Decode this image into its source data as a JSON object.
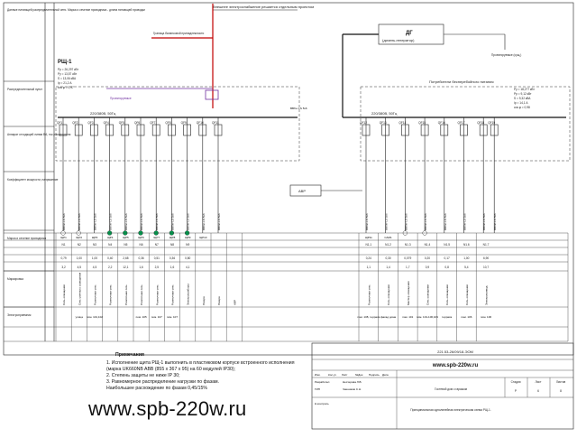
{
  "external_line": "Внешнее электроснабжение решается отдельным проектом",
  "property_border": "Граница балансовой принадлежности",
  "generator": {
    "title": "ДГ",
    "subtitle": "(дизель-генератор)"
  },
  "generator_note": "Проектируемые (сущ.)",
  "side_header": [
    "Данные питающей распределительной сети. Марка и сечение проводника - длина питающей проводки",
    "Распределительный пункт",
    "Аппарат отходящей линии ВА, ток расцепителя",
    "Коэффициент мощности, напряжение",
    "Марка и сечение проводника",
    "Маркировка",
    "Электроприемник"
  ],
  "panel_name": "РЩ-1",
  "left_params": [
    "Рр = 26,297 кВт",
    "Ру = 13,57 кВт",
    "S = 13,06 кВА",
    "Iр = 21,2 А",
    "cos φ = 0,97"
  ],
  "right_params": [
    "Ру = 18,277 кВт",
    "Рр = 9,12 кВт",
    "S = 9,32 кВА",
    "Iр = 14,1 А",
    "cos φ = 0,98"
  ],
  "right_group_title": "Потребители бесперебойного питания",
  "bus_left": "220/380В, 50Гц",
  "bus_right": "220/380В, 50Гц",
  "avr": "АВР",
  "design_label": "Проектируемые",
  "qf_left": [
    "QF1",
    "QF2",
    "QF3",
    "QF4",
    "QF5",
    "QF6",
    "QF7",
    "QF8",
    "QF9",
    "QF10",
    "QF11"
  ],
  "qf_right": [
    "QF12",
    "QF13",
    "QF14",
    "QF15",
    "QF16",
    "QF17",
    "QF18",
    "QF19"
  ],
  "cable_main": "ВВГнг-LS 5х6",
  "table": {
    "marking": [
      "ЩР1",
      "ЩР2",
      "ЩР3",
      "ЩР4",
      "ЩР5",
      "ЩР6",
      "ЩР7",
      "ЩР8",
      "ЩР9",
      "ЩР10",
      "",
      "",
      "",
      "ЩР11",
      "САМ1",
      "",
      "",
      "",
      "",
      ""
    ],
    "station": [
      "N1",
      "N2",
      "N3",
      "N4",
      "N5",
      "N6",
      "N7",
      "N8",
      "N9",
      "",
      "",
      "",
      "",
      "N1.1",
      "N1.2",
      "N1.3",
      "N1.4",
      "N1.5",
      "N1.6",
      "N1.7"
    ],
    "power": [
      "0,79",
      "1,00",
      "1,00",
      "0,40",
      "2,68",
      "0,36",
      "0,51",
      "0,36",
      "0,80",
      "",
      "",
      "",
      "",
      "0,24",
      "0,30",
      "0,079",
      "0,20",
      "0,17",
      "1,00",
      "6,90"
    ],
    "current": [
      "3,2",
      "4,5",
      "4,5",
      "2,2",
      "12,1",
      "1,6",
      "2,5",
      "1,6",
      "4,1",
      "",
      "",
      "",
      "",
      "1,1",
      "1,4",
      "1,7",
      "0,9",
      "0,8",
      "5,4",
      "10,7"
    ],
    "consumers": [
      "Сеть освещения",
      "Сеть уличного освещения",
      "Розеточная сеть",
      "Розеточная сеть",
      "Розеточная сеть",
      "Розеточная сеть",
      "Розеточная сеть",
      "Розеточная сеть",
      "Электроприборы",
      "Резерв",
      "Резерв",
      "АВР",
      "",
      "Розеточная сеть",
      "Сеть освещения",
      "Мастер освещения",
      "Сеть освещения",
      "Сеть освещения",
      "Сеть освещения",
      "Электропривод"
    ],
    "rooms": [
      "",
      "улица",
      "пом. 101,102",
      "",
      "",
      "пом. 105",
      "пом. 107",
      "пом. 107",
      "",
      "",
      "",
      "",
      "",
      "пом. 108, терраса",
      "фасад дома",
      "пом. 101",
      "пом. 101-106,109",
      "терраса",
      "пом. 106",
      "пом. 106"
    ]
  },
  "notes_title": "Примечания",
  "notes": [
    "1. Исполнение щита РЩ-1 выполнить в пластиковом корпусе встроенного исполнения",
    "(марка UK660NB ABB (855 х 367 х 95) на 60 модулей IP30);",
    "2. Степень защиты не ниже IP 30;",
    "3. Равномерное распределение нагрузки по фазам.",
    "Наибольшее расхождение по фазам  0,45/15%"
  ],
  "stamp": {
    "code": "221.53-26/09/18-ЭОМ",
    "website": "www.spb-220w.ru",
    "object": "Гостевой дом с гаражом",
    "title": "Принципиальная однолинейная электрическая схема РЩ-1.",
    "col_headers": [
      "Изм.",
      "Кол.уч",
      "Лист",
      "№Док.",
      "Подпись",
      "Дата"
    ],
    "roles": [
      "Разработал",
      "ГИП",
      "",
      "Н.контроль"
    ],
    "names": [
      "Нестерова Л.В.",
      "Чашников С.Н.",
      "",
      ""
    ],
    "stage_headers": [
      "Стадия",
      "Лист",
      "Листов"
    ],
    "stage_values": [
      "Р",
      "6",
      "8"
    ]
  },
  "watermark": "www.spb-220w.ru",
  "colors": {
    "accent_red": "#c00000",
    "rcd_purple": "#7030a0",
    "lamp_green": "#00a050",
    "line": "#222222"
  }
}
